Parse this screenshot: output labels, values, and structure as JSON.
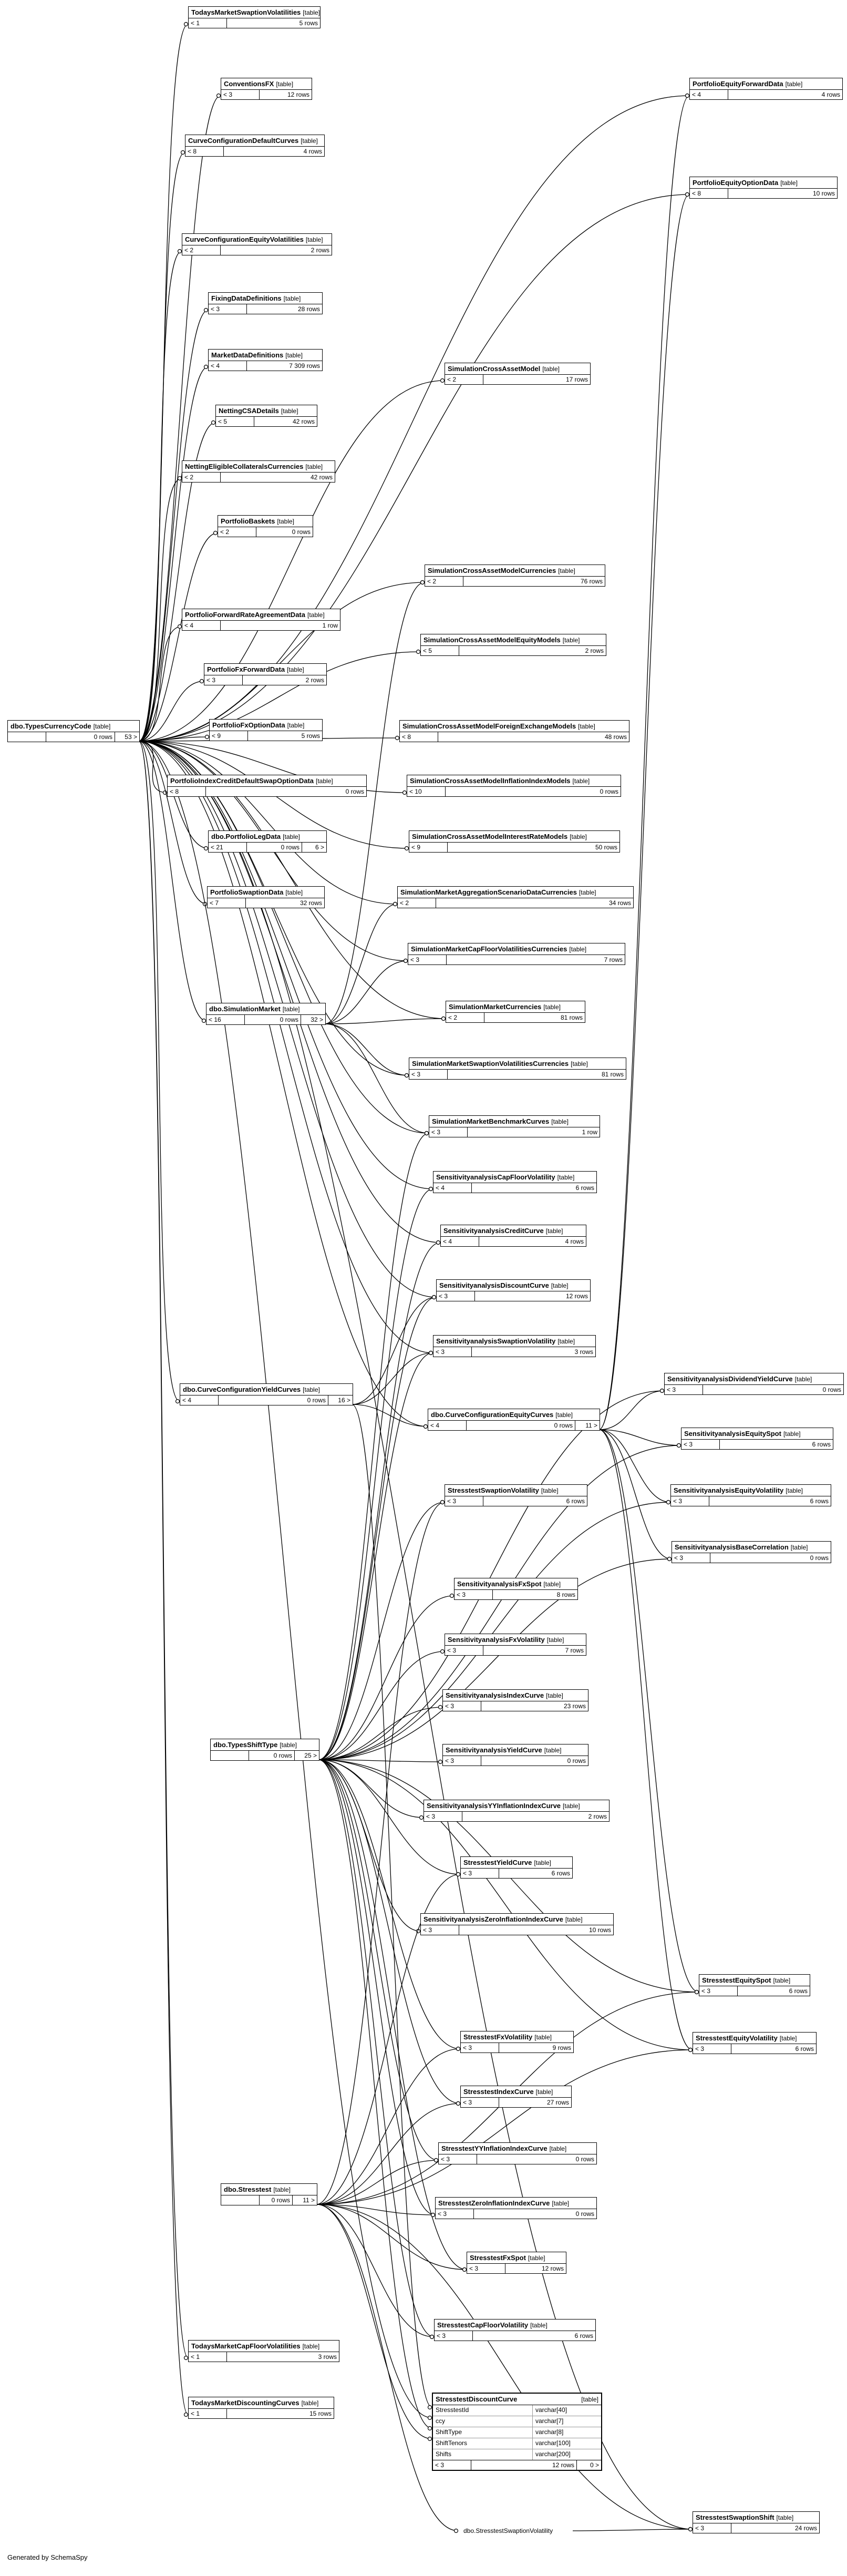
{
  "tables": [
    {
      "id": "todays-swaption",
      "name": "TodaysMarketSwaptionVolatilities",
      "tag": "[table]",
      "f1": "< 1",
      "f2": "5 rows",
      "f3": ""
    },
    {
      "id": "conventions-fx",
      "name": "ConventionsFX",
      "tag": "[table]",
      "f1": "< 3",
      "f2": "12 rows",
      "f3": ""
    },
    {
      "id": "curve-default",
      "name": "CurveConfigurationDefaultCurves",
      "tag": "[table]",
      "f1": "< 8",
      "f2": "4 rows",
      "f3": ""
    },
    {
      "id": "curve-equity-vol",
      "name": "CurveConfigurationEquityVolatilities",
      "tag": "[table]",
      "f1": "< 2",
      "f2": "2 rows",
      "f3": ""
    },
    {
      "id": "fixing-data",
      "name": "FixingDataDefinitions",
      "tag": "[table]",
      "f1": "< 3",
      "f2": "28 rows",
      "f3": ""
    },
    {
      "id": "market-data",
      "name": "MarketDataDefinitions",
      "tag": "[table]",
      "f1": "< 4",
      "f2": "7 309 rows",
      "f3": ""
    },
    {
      "id": "netting-csa",
      "name": "NettingCSADetails",
      "tag": "[table]",
      "f1": "< 5",
      "f2": "42 rows",
      "f3": ""
    },
    {
      "id": "netting-eligible",
      "name": "NettingEligibleCollateralsCurrencies",
      "tag": "[table]",
      "f1": "< 2",
      "f2": "42 rows",
      "f3": ""
    },
    {
      "id": "portfolio-baskets",
      "name": "PortfolioBaskets",
      "tag": "[table]",
      "f1": "< 2",
      "f2": "0 rows",
      "f3": ""
    },
    {
      "id": "portfolio-fra",
      "name": "PortfolioForwardRateAgreementData",
      "tag": "[table]",
      "f1": "< 4",
      "f2": "1 row",
      "f3": ""
    },
    {
      "id": "portfolio-fx-forward",
      "name": "PortfolioFxForwardData",
      "tag": "[table]",
      "f1": "< 3",
      "f2": "2 rows",
      "f3": ""
    },
    {
      "id": "portfolio-fx-option",
      "name": "PortfolioFxOptionData",
      "tag": "[table]",
      "f1": "< 9",
      "f2": "5 rows",
      "f3": ""
    },
    {
      "id": "portfolio-cds-option",
      "name": "PortfolioIndexCreditDefaultSwapOptionData",
      "tag": "[table]",
      "f1": "< 8",
      "f2": "0 rows",
      "f3": ""
    },
    {
      "id": "portfolio-leg",
      "name": "dbo.PortfolioLegData",
      "tag": "[table]",
      "f1": "< 21",
      "f2": "0 rows",
      "f3": "6 >"
    },
    {
      "id": "portfolio-swaption",
      "name": "PortfolioSwaptionData",
      "tag": "[table]",
      "f1": "< 7",
      "f2": "32 rows",
      "f3": ""
    },
    {
      "id": "types-currency",
      "name": "dbo.TypesCurrencyCode",
      "tag": "[table]",
      "f1": "",
      "f2": "0 rows",
      "f3": "53 >"
    },
    {
      "id": "simulation-market",
      "name": "dbo.SimulationMarket",
      "tag": "[table]",
      "f1": "< 16",
      "f2": "0 rows",
      "f3": "32 >"
    },
    {
      "id": "curve-yield",
      "name": "dbo.CurveConfigurationYieldCurves",
      "tag": "[table]",
      "f1": "< 4",
      "f2": "0 rows",
      "f3": "16 >"
    },
    {
      "id": "types-shift",
      "name": "dbo.TypesShiftType",
      "tag": "[table]",
      "f1": "",
      "f2": "0 rows",
      "f3": "25 >"
    },
    {
      "id": "stresstest",
      "name": "dbo.Stresstest",
      "tag": "[table]",
      "f1": "",
      "f2": "0 rows",
      "f3": "11 >"
    },
    {
      "id": "todays-capfloor",
      "name": "TodaysMarketCapFloorVolatilities",
      "tag": "[table]",
      "f1": "< 1",
      "f2": "3 rows",
      "f3": ""
    },
    {
      "id": "todays-discounting",
      "name": "TodaysMarketDiscountingCurves",
      "tag": "[table]",
      "f1": "< 1",
      "f2": "15 rows",
      "f3": ""
    },
    {
      "id": "portfolio-equity-forward",
      "name": "PortfolioEquityForwardData",
      "tag": "[table]",
      "f1": "< 4",
      "f2": "4 rows",
      "f3": ""
    },
    {
      "id": "portfolio-equity-option",
      "name": "PortfolioEquityOptionData",
      "tag": "[table]",
      "f1": "< 8",
      "f2": "10 rows",
      "f3": ""
    },
    {
      "id": "sim-cam",
      "name": "SimulationCrossAssetModel",
      "tag": "[table]",
      "f1": "< 2",
      "f2": "17 rows",
      "f3": ""
    },
    {
      "id": "sim-cam-currencies",
      "name": "SimulationCrossAssetModelCurrencies",
      "tag": "[table]",
      "f1": "< 2",
      "f2": "76 rows",
      "f3": ""
    },
    {
      "id": "sim-cam-equity",
      "name": "SimulationCrossAssetModelEquityModels",
      "tag": "[table]",
      "f1": "< 5",
      "f2": "2 rows",
      "f3": ""
    },
    {
      "id": "sim-cam-fx",
      "name": "SimulationCrossAssetModelForeignExchangeModels",
      "tag": "[table]",
      "f1": "< 8",
      "f2": "48 rows",
      "f3": ""
    },
    {
      "id": "sim-cam-inflation",
      "name": "SimulationCrossAssetModelInflationIndexModels",
      "tag": "[table]",
      "f1": "< 10",
      "f2": "0 rows",
      "f3": ""
    },
    {
      "id": "sim-cam-ir",
      "name": "SimulationCrossAssetModelInterestRateModels",
      "tag": "[table]",
      "f1": "< 9",
      "f2": "50 rows",
      "f3": ""
    },
    {
      "id": "sim-market-aggregation",
      "name": "SimulationMarketAggregationScenarioDataCurrencies",
      "tag": "[table]",
      "f1": "< 2",
      "f2": "34 rows",
      "f3": ""
    },
    {
      "id": "sim-market-capfloor",
      "name": "SimulationMarketCapFloorVolatilitiesCurrencies",
      "tag": "[table]",
      "f1": "< 3",
      "f2": "7 rows",
      "f3": ""
    },
    {
      "id": "sim-market-currencies",
      "name": "SimulationMarketCurrencies",
      "tag": "[table]",
      "f1": "< 2",
      "f2": "81 rows",
      "f3": ""
    },
    {
      "id": "sim-market-swaption",
      "name": "SimulationMarketSwaptionVolatilitiesCurrencies",
      "tag": "[table]",
      "f1": "< 3",
      "f2": "81 rows",
      "f3": ""
    },
    {
      "id": "sim-market-benchmark",
      "name": "SimulationMarketBenchmarkCurves",
      "tag": "[table]",
      "f1": "< 3",
      "f2": "1 row",
      "f3": ""
    },
    {
      "id": "sa-capfloor",
      "name": "SensitivityanalysisCapFloorVolatility",
      "tag": "[table]",
      "f1": "< 4",
      "f2": "6 rows",
      "f3": ""
    },
    {
      "id": "sa-credit",
      "name": "SensitivityanalysisCreditCurve",
      "tag": "[table]",
      "f1": "< 4",
      "f2": "4 rows",
      "f3": ""
    },
    {
      "id": "sa-discount",
      "name": "SensitivityanalysisDiscountCurve",
      "tag": "[table]",
      "f1": "< 3",
      "f2": "12 rows",
      "f3": ""
    },
    {
      "id": "sa-swaption",
      "name": "SensitivityanalysisSwaptionVolatility",
      "tag": "[table]",
      "f1": "< 3",
      "f2": "3 rows",
      "f3": ""
    },
    {
      "id": "curve-equity",
      "name": "dbo.CurveConfigurationEquityCurves",
      "tag": "[table]",
      "f1": "< 4",
      "f2": "0 rows",
      "f3": "11 >"
    },
    {
      "id": "sa-dividend",
      "name": "SensitivityanalysisDividendYieldCurve",
      "tag": "[table]",
      "f1": "< 3",
      "f2": "0 rows",
      "f3": ""
    },
    {
      "id": "sa-equity-spot",
      "name": "SensitivityanalysisEquitySpot",
      "tag": "[table]",
      "f1": "< 3",
      "f2": "6 rows",
      "f3": ""
    },
    {
      "id": "sa-equity-vol",
      "name": "SensitivityanalysisEquityVolatility",
      "tag": "[table]",
      "f1": "< 3",
      "f2": "6 rows",
      "f3": ""
    },
    {
      "id": "sa-base-correlation",
      "name": "SensitivityanalysisBaseCorrelation",
      "tag": "[table]",
      "f1": "< 3",
      "f2": "0 rows",
      "f3": ""
    },
    {
      "id": "st-swaption",
      "name": "StresstestSwaptionVolatility",
      "tag": "[table]",
      "f1": "< 3",
      "f2": "6 rows",
      "f3": ""
    },
    {
      "id": "sa-fx-spot",
      "name": "SensitivityanalysisFxSpot",
      "tag": "[table]",
      "f1": "< 3",
      "f2": "8 rows",
      "f3": ""
    },
    {
      "id": "sa-fx-vol",
      "name": "SensitivityanalysisFxVolatility",
      "tag": "[table]",
      "f1": "< 3",
      "f2": "7 rows",
      "f3": ""
    },
    {
      "id": "sa-index",
      "name": "SensitivityanalysisIndexCurve",
      "tag": "[table]",
      "f1": "< 3",
      "f2": "23 rows",
      "f3": ""
    },
    {
      "id": "sa-yield",
      "name": "SensitivityanalysisYieldCurve",
      "tag": "[table]",
      "f1": "< 3",
      "f2": "0 rows",
      "f3": ""
    },
    {
      "id": "sa-yy-inflation",
      "name": "SensitivityanalysisYYInflationIndexCurve",
      "tag": "[table]",
      "f1": "< 3",
      "f2": "2 rows",
      "f3": ""
    },
    {
      "id": "st-yield",
      "name": "StresstestYieldCurve",
      "tag": "[table]",
      "f1": "< 3",
      "f2": "6 rows",
      "f3": ""
    },
    {
      "id": "sa-zero-inflation",
      "name": "SensitivityanalysisZeroInflationIndexCurve",
      "tag": "[table]",
      "f1": "< 3",
      "f2": "10 rows",
      "f3": ""
    },
    {
      "id": "st-equity-spot",
      "name": "StresstestEquitySpot",
      "tag": "[table]",
      "f1": "< 3",
      "f2": "6 rows",
      "f3": ""
    },
    {
      "id": "st-equity-vol",
      "name": "StresstestEquityVolatility",
      "tag": "[table]",
      "f1": "< 3",
      "f2": "6 rows",
      "f3": ""
    },
    {
      "id": "st-fx-vol",
      "name": "StresstestFxVolatility",
      "tag": "[table]",
      "f1": "< 3",
      "f2": "9 rows",
      "f3": ""
    },
    {
      "id": "st-index",
      "name": "StresstestIndexCurve",
      "tag": "[table]",
      "f1": "< 3",
      "f2": "27 rows",
      "f3": ""
    },
    {
      "id": "st-yy-inflation",
      "name": "StresstestYYInflationIndexCurve",
      "tag": "[table]",
      "f1": "< 3",
      "f2": "0 rows",
      "f3": ""
    },
    {
      "id": "st-zero-inflation",
      "name": "StresstestZeroInflationIndexCurve",
      "tag": "[table]",
      "f1": "< 3",
      "f2": "0 rows",
      "f3": ""
    },
    {
      "id": "st-fx-spot",
      "name": "StresstestFxSpot",
      "tag": "[table]",
      "f1": "< 3",
      "f2": "12 rows",
      "f3": ""
    },
    {
      "id": "st-capfloor",
      "name": "StresstestCapFloorVolatility",
      "tag": "[table]",
      "f1": "< 3",
      "f2": "6 rows",
      "f3": ""
    },
    {
      "id": "st-swaption-shift",
      "name": "StresstestSwaptionShift",
      "tag": "[table]",
      "f1": "< 3",
      "f2": "24 rows",
      "f3": ""
    }
  ],
  "focus_table": {
    "name": "StresstestDiscountCurve",
    "tag": "[table]",
    "columns": [
      {
        "name": "StresstestId",
        "type": "varchar[40]"
      },
      {
        "name": "ccy",
        "type": "varchar[7]"
      },
      {
        "name": "ShiftType",
        "type": "varchar[8]"
      },
      {
        "name": "ShiftTenors",
        "type": "varchar[100]"
      },
      {
        "name": "Shifts",
        "type": "varchar[200]"
      }
    ],
    "f1": "< 3",
    "f2": "12 rows",
    "f3": "0 >"
  },
  "implied_table": "dbo.StresstestSwaptionVolatility",
  "footer": "Generated by SchemaSpy"
}
